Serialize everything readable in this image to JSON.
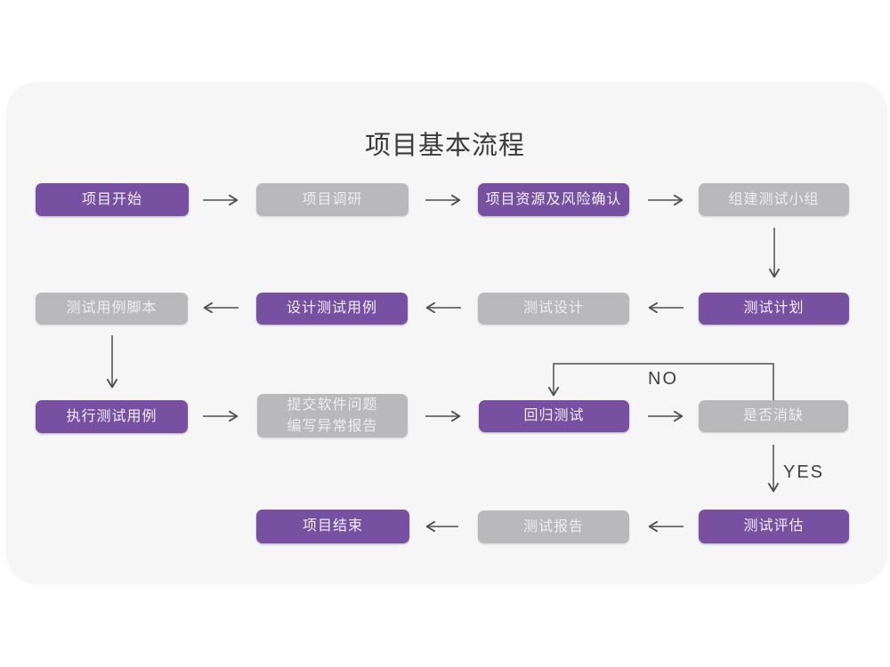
{
  "title": "项目基本流程",
  "colors": {
    "node_purple": "#7850a2",
    "node_gray": "#b9b8bb",
    "card_background": "#f6f6f7",
    "page_background": "#ffffff",
    "arrow": "#4f4f4f",
    "title_text": "#3b3b3b",
    "node_text": "#f2eef6"
  },
  "nodes": [
    {
      "id": "project-start",
      "label": "项目开始",
      "variant": "purple"
    },
    {
      "id": "project-research",
      "label": "项目调研",
      "variant": "gray"
    },
    {
      "id": "resource-risk-confirm",
      "label": "项目资源及风险确认",
      "variant": "purple"
    },
    {
      "id": "build-test-team",
      "label": "组建测试小组",
      "variant": "gray"
    },
    {
      "id": "test-plan",
      "label": "测试计划",
      "variant": "purple"
    },
    {
      "id": "test-design",
      "label": "测试设计",
      "variant": "gray"
    },
    {
      "id": "design-test-cases",
      "label": "设计测试用例",
      "variant": "purple"
    },
    {
      "id": "test-case-script",
      "label": "测试用例脚本",
      "variant": "gray"
    },
    {
      "id": "execute-test-cases",
      "label": "执行测试用例",
      "variant": "purple"
    },
    {
      "id": "submit-issue-report",
      "label": "提交软件问题\n编写异常报告",
      "variant": "gray"
    },
    {
      "id": "regression-test",
      "label": "回归测试",
      "variant": "purple"
    },
    {
      "id": "defect-resolved",
      "label": "是否消缺",
      "variant": "gray"
    },
    {
      "id": "test-evaluation",
      "label": "测试评估",
      "variant": "purple"
    },
    {
      "id": "test-report",
      "label": "测试报告",
      "variant": "gray"
    },
    {
      "id": "project-end",
      "label": "项目结束",
      "variant": "purple"
    }
  ],
  "edge_labels": {
    "no": "NO",
    "yes": "YES"
  }
}
